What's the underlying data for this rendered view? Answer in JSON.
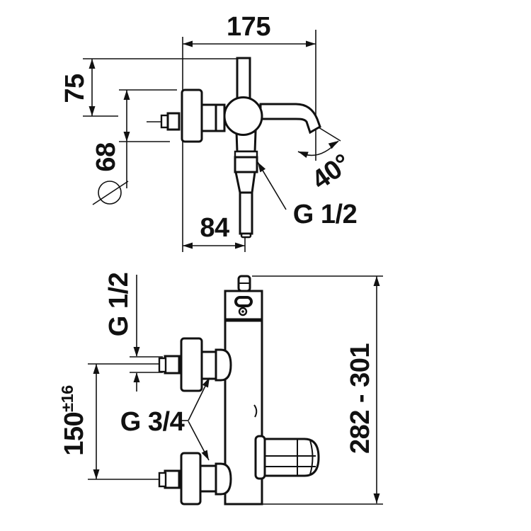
{
  "drawing": {
    "type": "technical-dimension-drawing",
    "subject": "wall-mounted bath shower mixer faucet",
    "colors": {
      "line": "#111111",
      "background": "#ffffff"
    },
    "side_view": {
      "total_depth": "175",
      "height_above_inlet": "75",
      "escutcheon_diameter_symbol": "⌀",
      "escutcheon_diameter_value": "68",
      "spout_projection": "84",
      "spout_swivel_angle": "40°",
      "outlet_thread": "G 1/2"
    },
    "front_view": {
      "shower_outlet_thread": "G 1/2",
      "inlet_thread": "G 3/4",
      "inlet_spacing": "150",
      "inlet_spacing_tolerance": "±16",
      "overall_height_range": "282 - 301"
    }
  }
}
